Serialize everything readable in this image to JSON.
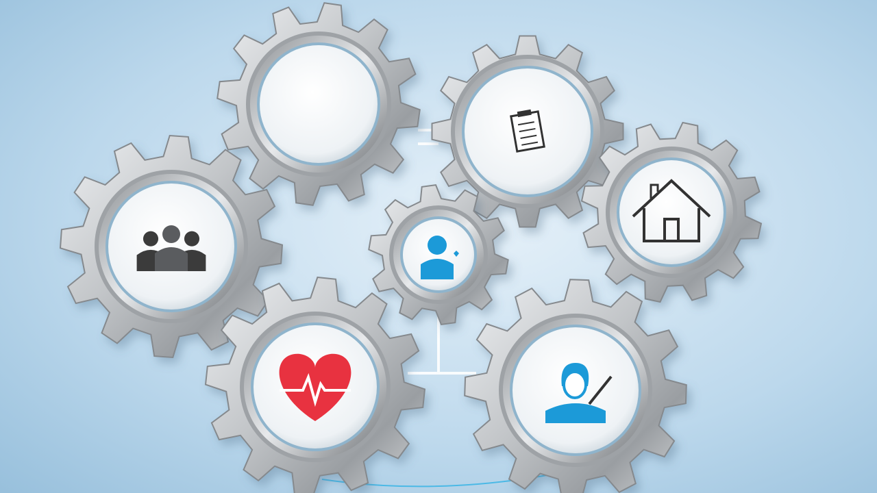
{
  "scene": {
    "colors": {
      "background_light": "#e6f1f9",
      "background_dark": "#8fbad8",
      "gear_metal_light": "#e4e6e8",
      "gear_metal_mid": "#b9bcbf",
      "gear_metal_dark": "#7d8185",
      "lens_white": "#f4f6f8",
      "accent_blue": "#1a9ad8",
      "accent_red": "#e8313f",
      "icon_dark": "#3a3a3a"
    },
    "gears": [
      {
        "name": "gear-top-left",
        "icon": "empty-lens"
      },
      {
        "name": "gear-top-right",
        "icon": "clipboard-icon"
      },
      {
        "name": "gear-left",
        "icon": "group-people-icon"
      },
      {
        "name": "gear-center",
        "icon": "person-icon"
      },
      {
        "name": "gear-right",
        "icon": "house-icon"
      },
      {
        "name": "gear-bottom-left",
        "icon": "heart-pulse-icon"
      },
      {
        "name": "gear-bottom-right",
        "icon": "person-with-pen-icon"
      }
    ]
  }
}
